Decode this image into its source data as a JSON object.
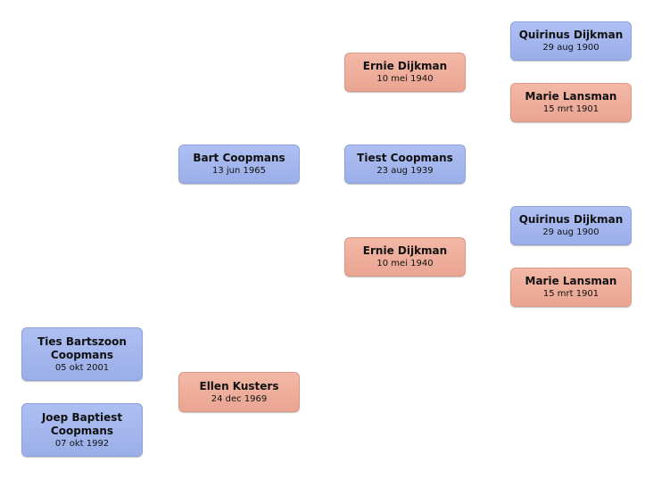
{
  "colors": {
    "male": "#9aaee8",
    "female": "#e9a592"
  },
  "people": {
    "ties": {
      "name": "Ties Bartszoon Coopmans",
      "date": "05 okt 2001",
      "gender": "male"
    },
    "joep": {
      "name": "Joep Baptiest Coopmans",
      "date": "07 okt 1992",
      "gender": "male"
    },
    "bart": {
      "name": "Bart Coopmans",
      "date": "13 jun 1965",
      "gender": "male"
    },
    "ellen": {
      "name": "Ellen Kusters",
      "date": "24 dec 1969",
      "gender": "female"
    },
    "ernie_1": {
      "name": "Ernie Dijkman",
      "date": "10 mei 1940",
      "gender": "female"
    },
    "tiest": {
      "name": "Tiest Coopmans",
      "date": "23 aug 1939",
      "gender": "male"
    },
    "ernie_2": {
      "name": "Ernie Dijkman",
      "date": "10 mei 1940",
      "gender": "female"
    },
    "quirinus_1": {
      "name": "Quirinus Dijkman",
      "date": "29 aug 1900",
      "gender": "male"
    },
    "marie_1": {
      "name": "Marie Lansman",
      "date": "15 mrt 1901",
      "gender": "female"
    },
    "quirinus_2": {
      "name": "Quirinus Dijkman",
      "date": "29 aug 1900",
      "gender": "male"
    },
    "marie_2": {
      "name": "Marie Lansman",
      "date": "15 mrt 1901",
      "gender": "female"
    }
  }
}
